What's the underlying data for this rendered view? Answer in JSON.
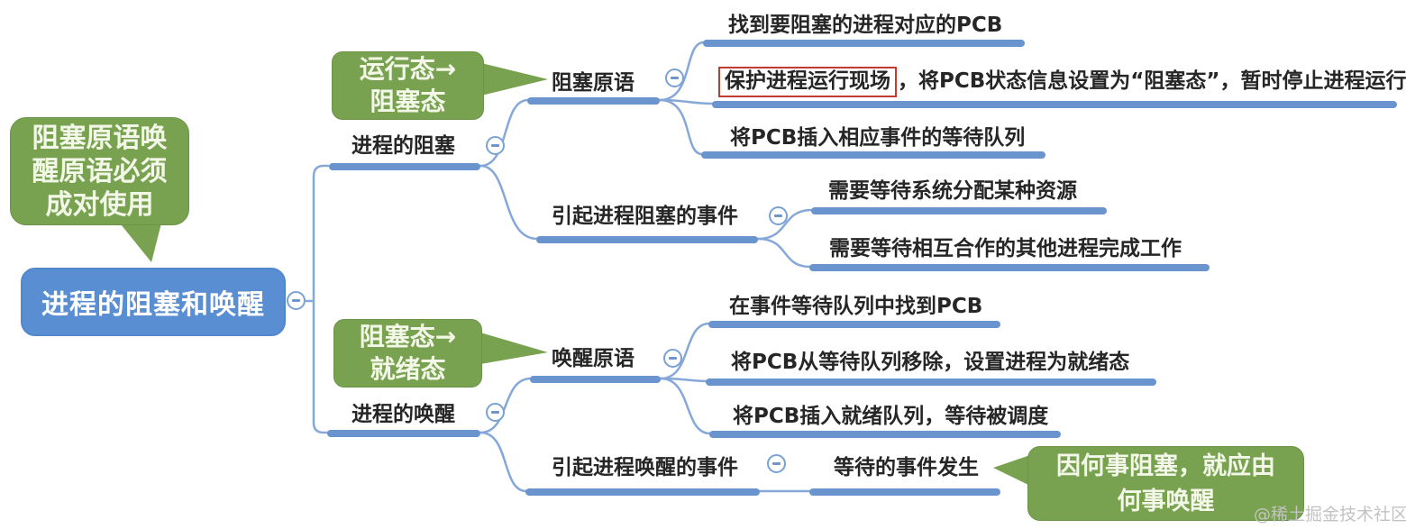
{
  "root": {
    "label": "进程的阻塞和唤醒"
  },
  "callouts": {
    "pair_usage": {
      "text": "阻塞原语唤醒原语必须成对使用",
      "lines": [
        "阻塞原语唤",
        "醒原语必须",
        "成对使用"
      ]
    },
    "run_to_blocked": {
      "text": "运行态→阻塞态",
      "lines": [
        "运行态→",
        "阻塞态"
      ]
    },
    "blocked_to_ready": {
      "text": "阻塞态→就绪态",
      "lines": [
        "阻塞态→",
        "就绪态"
      ]
    },
    "wake_cause": {
      "text": "因何事阻塞，就应由何事唤醒",
      "lines": [
        "因何事阻塞，就应由",
        "何事唤醒"
      ]
    }
  },
  "block_branch": {
    "label": "进程的阻塞",
    "primitive": {
      "label": "阻塞原语",
      "step1": "找到要阻塞的进程对应的PCB",
      "step2_highlight": "保护进程运行现场",
      "step2_rest": "，将PCB状态信息设置为“阻塞态”，暂时停止进程运行",
      "step3": "将PCB插入相应事件的等待队列"
    },
    "events": {
      "label": "引起进程阻塞的事件",
      "items": [
        "需要等待系统分配某种资源",
        "需要等待相互合作的其他进程完成工作"
      ]
    }
  },
  "wake_branch": {
    "label": "进程的唤醒",
    "primitive": {
      "label": "唤醒原语",
      "steps": [
        "在事件等待队列中找到PCB",
        "将PCB从等待队列移除，设置进程为就绪态",
        "将PCB插入就绪队列，等待被调度"
      ]
    },
    "events": {
      "label": "引起进程唤醒的事件",
      "items": [
        "等待的事件发生"
      ]
    }
  },
  "watermark": "@稀土掘金技术社区",
  "colors": {
    "root_fill": "#5a8ed2",
    "branch_underline": "#6a94ce",
    "connector_line": "#86a8d8",
    "callout_fill": "#79a250",
    "highlight_box_border": "#c23b2e",
    "node_text": "#262626",
    "watermark_text": "#c3c3c3"
  }
}
